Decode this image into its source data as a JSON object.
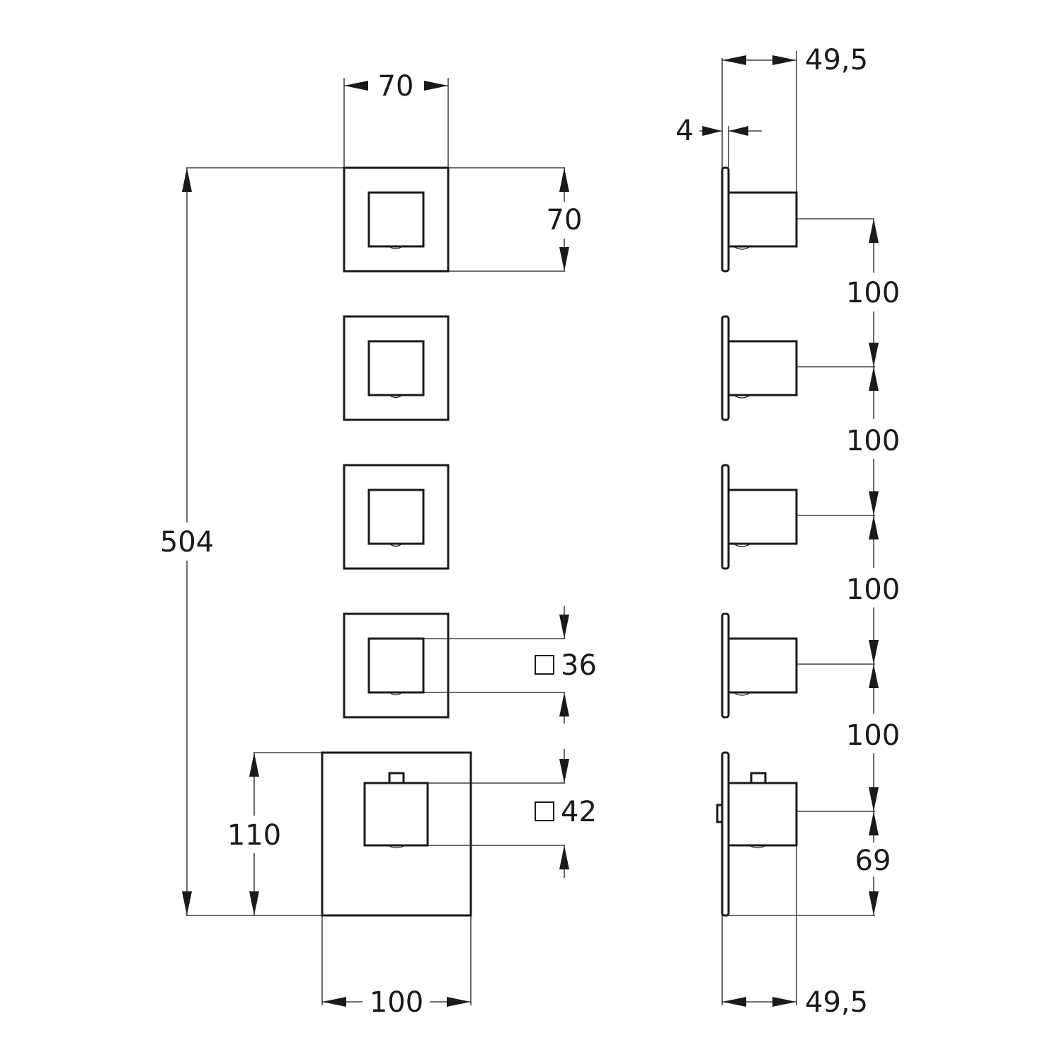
{
  "drawing": {
    "title": "Thermostatic shower module with four square stop valves - technical dimension drawing",
    "colors": {
      "line": "#1a1a1a",
      "background": "#ffffff"
    },
    "front_view": {
      "top_width": "70",
      "top_height": "70",
      "total_height": "504",
      "handle_square_small": "36",
      "handle_square_large": "42",
      "plate_height": "110",
      "plate_width": "100",
      "square_symbol": "□"
    },
    "side_view": {
      "projection_top": "49,5",
      "plate_thickness": "4",
      "spacing_1": "100",
      "spacing_2": "100",
      "spacing_3": "100",
      "spacing_4": "100",
      "bottom_offset": "69",
      "projection_bottom": "49,5"
    }
  }
}
